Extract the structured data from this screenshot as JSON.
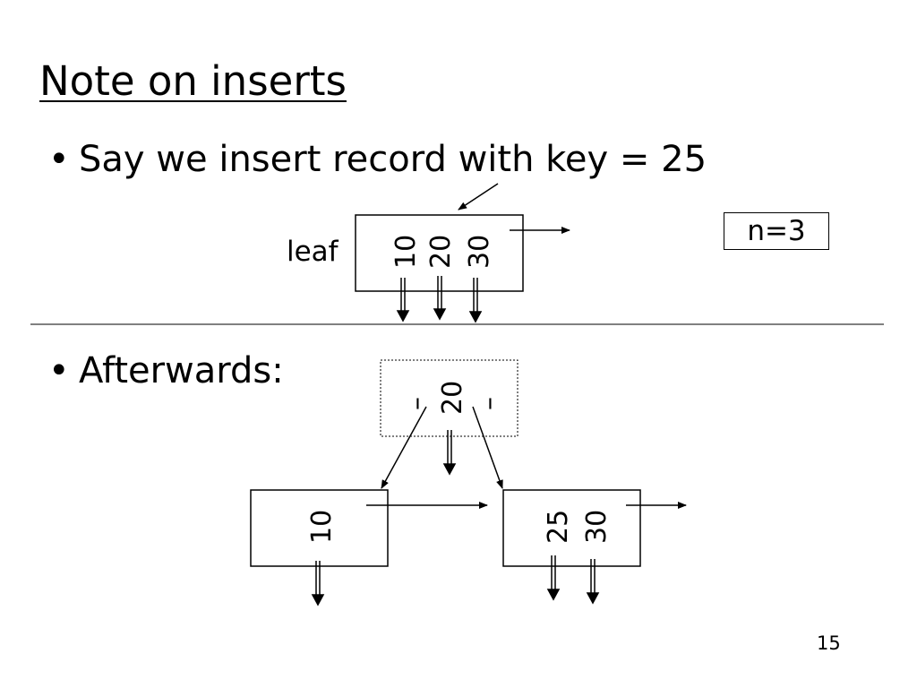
{
  "slide": {
    "title": "Note on inserts",
    "page_number": "15"
  },
  "bullets": [
    {
      "symbol": "•",
      "text": "Say we insert record with key = 25"
    },
    {
      "symbol": "•",
      "text": "Afterwards:"
    }
  ],
  "before": {
    "label": "leaf",
    "keys": [
      "10",
      "20",
      "30"
    ],
    "n_label": "n=3"
  },
  "after": {
    "parent_keys": [
      "–",
      "20",
      "–"
    ],
    "left_leaf_keys": [
      "10"
    ],
    "right_leaf_keys": [
      "25",
      "30"
    ]
  }
}
